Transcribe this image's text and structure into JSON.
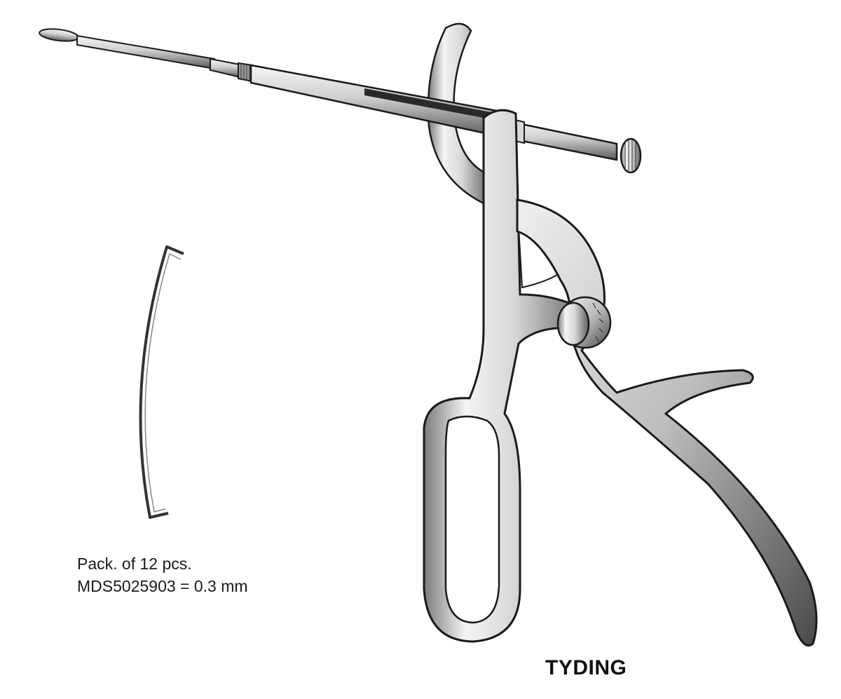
{
  "pack_info": {
    "line1": "Pack. of 12 pcs.",
    "line2": "MDS5025903 = 0.3 mm"
  },
  "instrument": {
    "name": "TYDING"
  },
  "colors": {
    "background": "#ffffff",
    "ink": "#1a1a1a",
    "metal_light": "#f2f2f2",
    "metal_mid": "#c8c8c8",
    "metal_dark": "#6e6e6e"
  }
}
